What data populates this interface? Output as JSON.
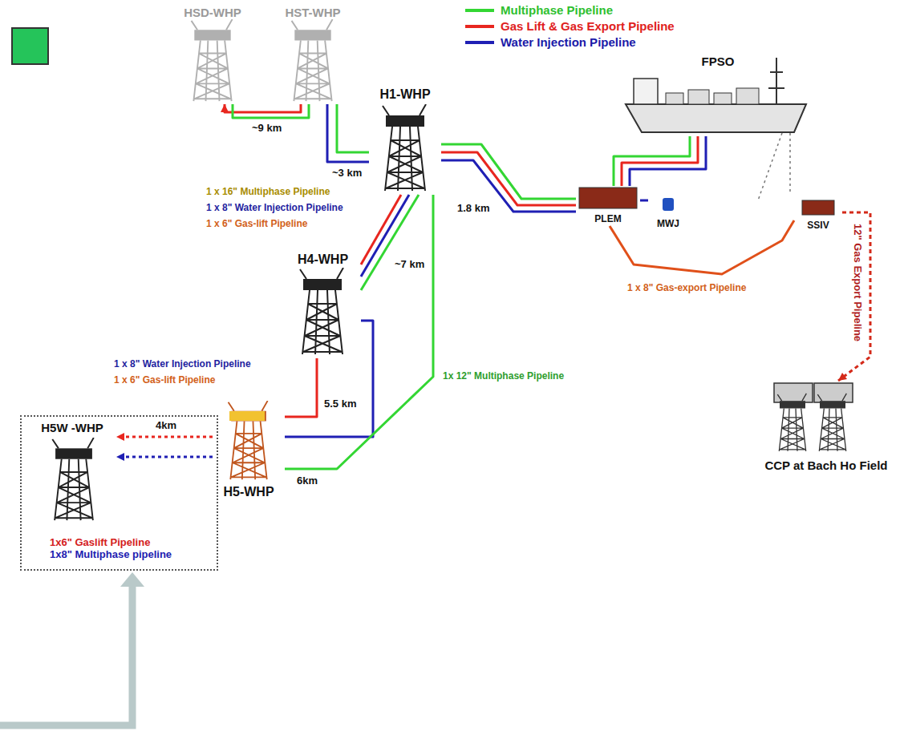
{
  "diagram": {
    "nodes": [
      {
        "text": [
          "HSD-WHP"
        ]
      },
      {
        "text": [
          "HST-WHP"
        ]
      },
      {
        "text": [
          "H1-WHP"
        ]
      },
      {
        "text": [
          "FPSO"
        ]
      },
      {
        "text": [
          "PLEM"
        ]
      },
      {
        "text": [
          "MWJ"
        ]
      },
      {
        "text": [
          "SSIV"
        ]
      },
      {
        "text": [
          "H4-WHP"
        ]
      },
      {
        "text": [
          "H5-WHP"
        ]
      },
      {
        "text": [
          "1x6\" Gaslift Pipeline",
          "1x8\" Multiphase pipeline"
        ]
      },
      {
        "text": [
          "H5W -WHP"
        ],
        "in": 9
      },
      {
        "text": [
          "CCP at Bach Ho Field"
        ]
      }
    ],
    "edges": [
      {
        "from": 1,
        "to": 0,
        "arrow": "to",
        "label": "~9 km"
      },
      {
        "from": 0,
        "to": 1,
        "arrow": "none"
      },
      {
        "from": 2,
        "to": 1,
        "arrow": "none",
        "label": "~3 km"
      },
      {
        "from": 2,
        "to": 1,
        "arrow": "none"
      },
      {
        "from": 2,
        "to": 7,
        "arrow": "none"
      },
      {
        "from": 2,
        "to": 7,
        "arrow": "none"
      },
      {
        "from": 7,
        "to": 2,
        "arrow": "none",
        "label": "~7 km"
      },
      {
        "from": 7,
        "to": 8,
        "arrow": "none",
        "label": "5.5 km"
      },
      {
        "from": 7,
        "to": 8,
        "arrow": "none"
      },
      {
        "from": 8,
        "to": 2,
        "arrow": "none",
        "label": "6km"
      },
      {
        "from": 2,
        "to": 4,
        "arrow": "none",
        "label": "1.8 km"
      },
      {
        "from": 2,
        "to": 4,
        "arrow": "none"
      },
      {
        "from": 2,
        "to": 4,
        "arrow": "none"
      },
      {
        "from": 4,
        "to": 3,
        "arrow": "none"
      },
      {
        "from": 4,
        "to": 3,
        "arrow": "none"
      },
      {
        "from": 4,
        "to": 3,
        "arrow": "none"
      },
      {
        "from": 4,
        "to": 5,
        "arrow": "none"
      },
      {
        "from": 4,
        "to": 6,
        "arrow": "none"
      },
      {
        "from": 6,
        "to": 11,
        "arrow": "to",
        "label": "12\" Gas Export Pipeline"
      },
      {
        "from": 8,
        "to": 10,
        "arrow": "to",
        "label": "4km"
      },
      {
        "from": 8,
        "to": 10,
        "arrow": "to"
      }
    ],
    "labels": [
      "1 x 16\" Multiphase Pipeline",
      "1 x 8\" Water Injection Pipeline",
      "1 x 6\" Gas-lift Pipeline",
      "1 x 8\" Water Injection Pipeline",
      "1 x 6\" Gas-lift Pipeline",
      "1x 12\" Multiphase Pipeline",
      "1 x 8\" Gas-export Pipeline"
    ],
    "legend": [
      {
        "text": "Multiphase Pipeline"
      },
      {
        "text": "Gas Lift & Gas Export Pipeline"
      },
      {
        "text": "Water Injection Pipeline"
      }
    ]
  }
}
